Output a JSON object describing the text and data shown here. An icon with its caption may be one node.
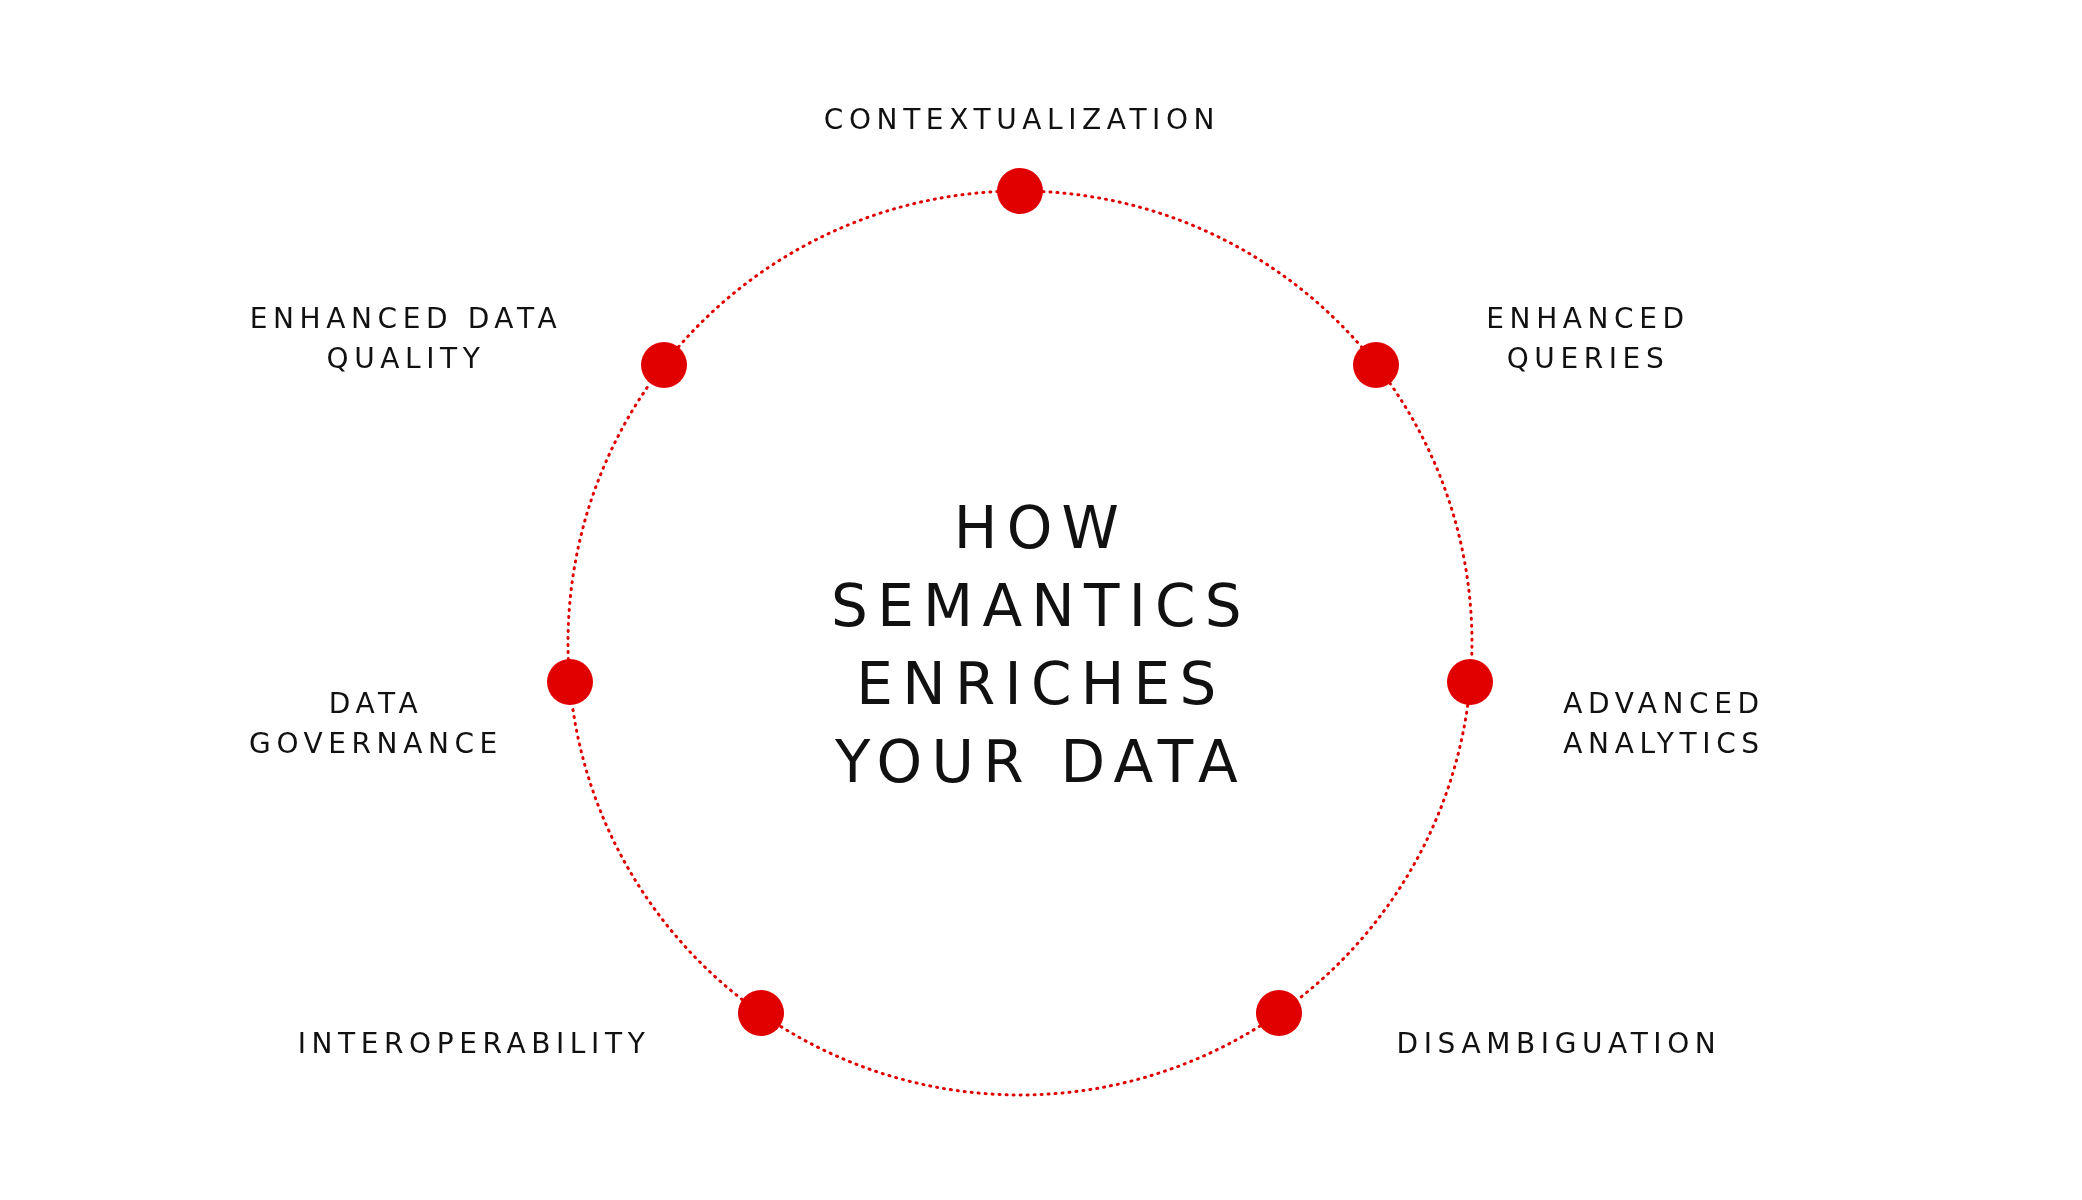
{
  "diagram": {
    "title": "HOW SEMANTICS ENRICHES YOUR DATA",
    "nodes": [
      {
        "text": [],
        "shape": "circle",
        "beside": [
          "CONTEXTUALIZATION"
        ]
      },
      {
        "text": [],
        "shape": "circle",
        "beside": [
          "ENHANCED QUERIES"
        ]
      },
      {
        "text": [],
        "shape": "circle",
        "beside": [
          "ADVANCED ANALYTICS"
        ]
      },
      {
        "text": [],
        "shape": "circle",
        "beside": [
          "DISAMBIGUATION"
        ]
      },
      {
        "text": [],
        "shape": "circle",
        "beside": [
          "INTEROPERABILITY"
        ]
      },
      {
        "text": [],
        "shape": "circle",
        "beside": [
          "DATA GOVERNANCE"
        ]
      },
      {
        "text": [],
        "shape": "circle",
        "beside": [
          "ENHANCED DATA QUALITY"
        ]
      }
    ],
    "edges": [
      {
        "from": 0,
        "to": 1,
        "arrow": "none",
        "style": "dashed"
      },
      {
        "from": 1,
        "to": 2,
        "arrow": "none",
        "style": "dashed"
      },
      {
        "from": 2,
        "to": 3,
        "arrow": "none",
        "style": "dashed"
      },
      {
        "from": 3,
        "to": 4,
        "arrow": "none",
        "style": "dashed"
      },
      {
        "from": 4,
        "to": 5,
        "arrow": "none",
        "style": "dashed"
      },
      {
        "from": 5,
        "to": 6,
        "arrow": "none",
        "style": "dashed"
      },
      {
        "from": 6,
        "to": 0,
        "arrow": "none",
        "style": "dashed"
      }
    ]
  }
}
